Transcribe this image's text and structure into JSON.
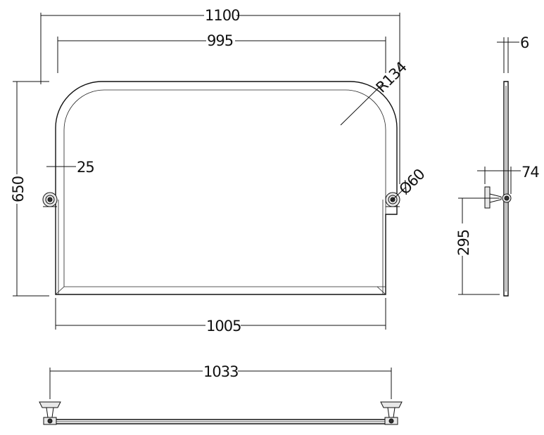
{
  "front_view": {
    "overall_width": "1100",
    "frame_width": "995",
    "corner_radius": "R134",
    "overall_height": "650",
    "bracket_offset": "25",
    "bracket_diameter": "Ø60",
    "bottom_width": "1005"
  },
  "side_view": {
    "thickness": "6",
    "projection": "74",
    "bracket_height": "295"
  },
  "top_view": {
    "bracket_span": "1033"
  }
}
